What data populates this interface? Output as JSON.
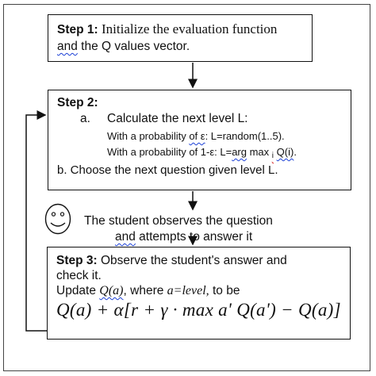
{
  "step1": {
    "heading": "Step 1:",
    "line1": "Initialize the evaluation function",
    "line2_a": "and",
    "line2_b": " the Q values vector."
  },
  "step2": {
    "heading": "Step 2:",
    "item_a_marker": "a.",
    "item_a_text": "Calculate the next level L:",
    "prob1_a": "With a probability ",
    "prob1_b": "of ε",
    "prob1_c": ": L=random(1..5).",
    "prob2_a": "With a probability of 1-ε: L=",
    "prob2_b": "arg",
    "prob2_c": " max ",
    "prob2_d": "i",
    "prob2_e": " ",
    "prob2_f": "Q(i)",
    "prob2_g": ".",
    "item_b": "b. Choose the next question given level L."
  },
  "student": {
    "line1": "The student observes the question",
    "line2_a": "and",
    "line2_b": " attempts to answer it"
  },
  "step3": {
    "heading": "Step 3:",
    "line1": " Observe the student's answer and",
    "line2": "check it.",
    "line3_a": "Update ",
    "line3_b": "Q(a)",
    "line3_c": ", where ",
    "line3_d": "a=level,",
    "line3_e": " to be",
    "formula": "Q(a) + α[r + γ · max a' Q(a') − Q(a)]"
  }
}
